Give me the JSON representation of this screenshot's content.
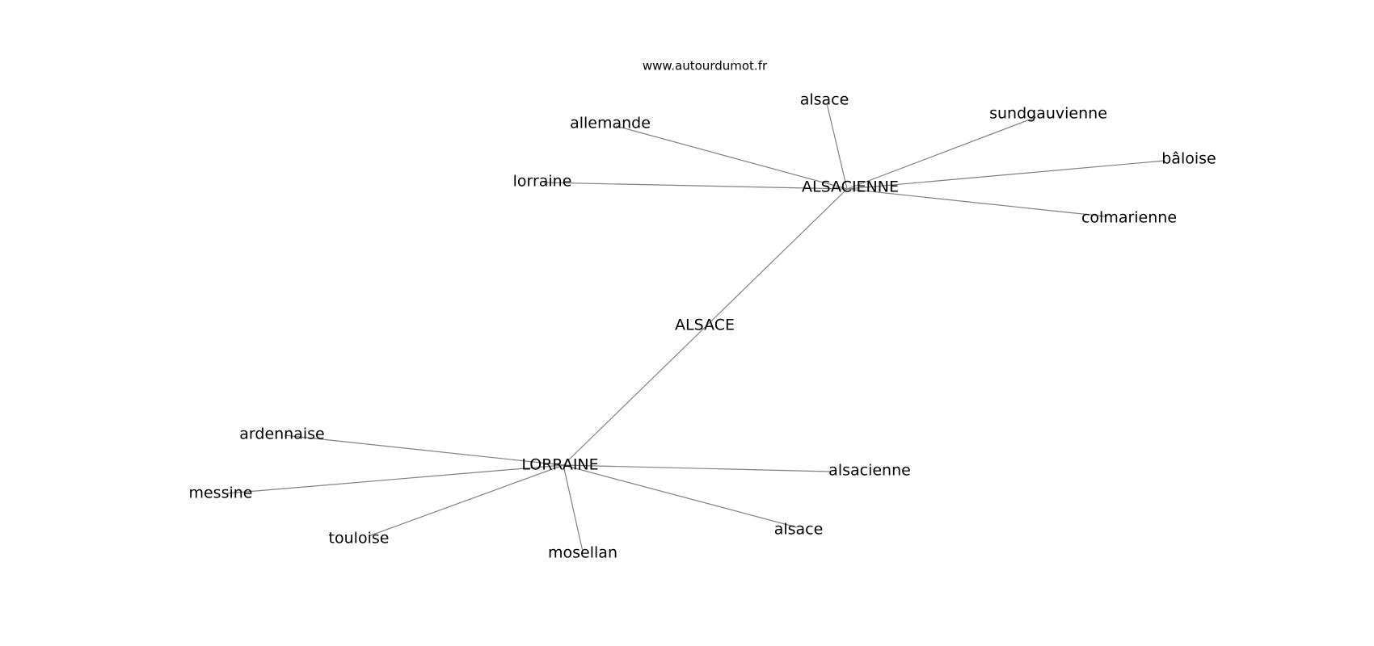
{
  "watermark": "www.autourdumot.fr",
  "nodes": [
    {
      "id": "alsace_center",
      "label": "ALSACE"
    },
    {
      "id": "alsacienne_hub",
      "label": "ALSACIENNE"
    },
    {
      "id": "lorraine_hub",
      "label": "LORRAINE"
    },
    {
      "id": "alsace_top",
      "label": "alsace"
    },
    {
      "id": "allemande",
      "label": "allemande"
    },
    {
      "id": "sundgauvienne",
      "label": "sundgauvienne"
    },
    {
      "id": "baloise",
      "label": "bâloise"
    },
    {
      "id": "lorraine_small",
      "label": "lorraine"
    },
    {
      "id": "colmarienne",
      "label": "colmarienne"
    },
    {
      "id": "ardennaise",
      "label": "ardennaise"
    },
    {
      "id": "messine",
      "label": "messine"
    },
    {
      "id": "touloise",
      "label": "touloise"
    },
    {
      "id": "mosellan",
      "label": "mosellan"
    },
    {
      "id": "alsace_bottom",
      "label": "alsace"
    },
    {
      "id": "alsacienne_small",
      "label": "alsacienne"
    }
  ],
  "edges": [
    [
      "alsacienne_hub",
      "lorraine_hub"
    ],
    [
      "alsacienne_hub",
      "alsace_top"
    ],
    [
      "alsacienne_hub",
      "allemande"
    ],
    [
      "alsacienne_hub",
      "sundgauvienne"
    ],
    [
      "alsacienne_hub",
      "baloise"
    ],
    [
      "alsacienne_hub",
      "lorraine_small"
    ],
    [
      "alsacienne_hub",
      "colmarienne"
    ],
    [
      "lorraine_hub",
      "ardennaise"
    ],
    [
      "lorraine_hub",
      "messine"
    ],
    [
      "lorraine_hub",
      "touloise"
    ],
    [
      "lorraine_hub",
      "mosellan"
    ],
    [
      "lorraine_hub",
      "alsace_bottom"
    ],
    [
      "lorraine_hub",
      "alsacienne_small"
    ]
  ]
}
